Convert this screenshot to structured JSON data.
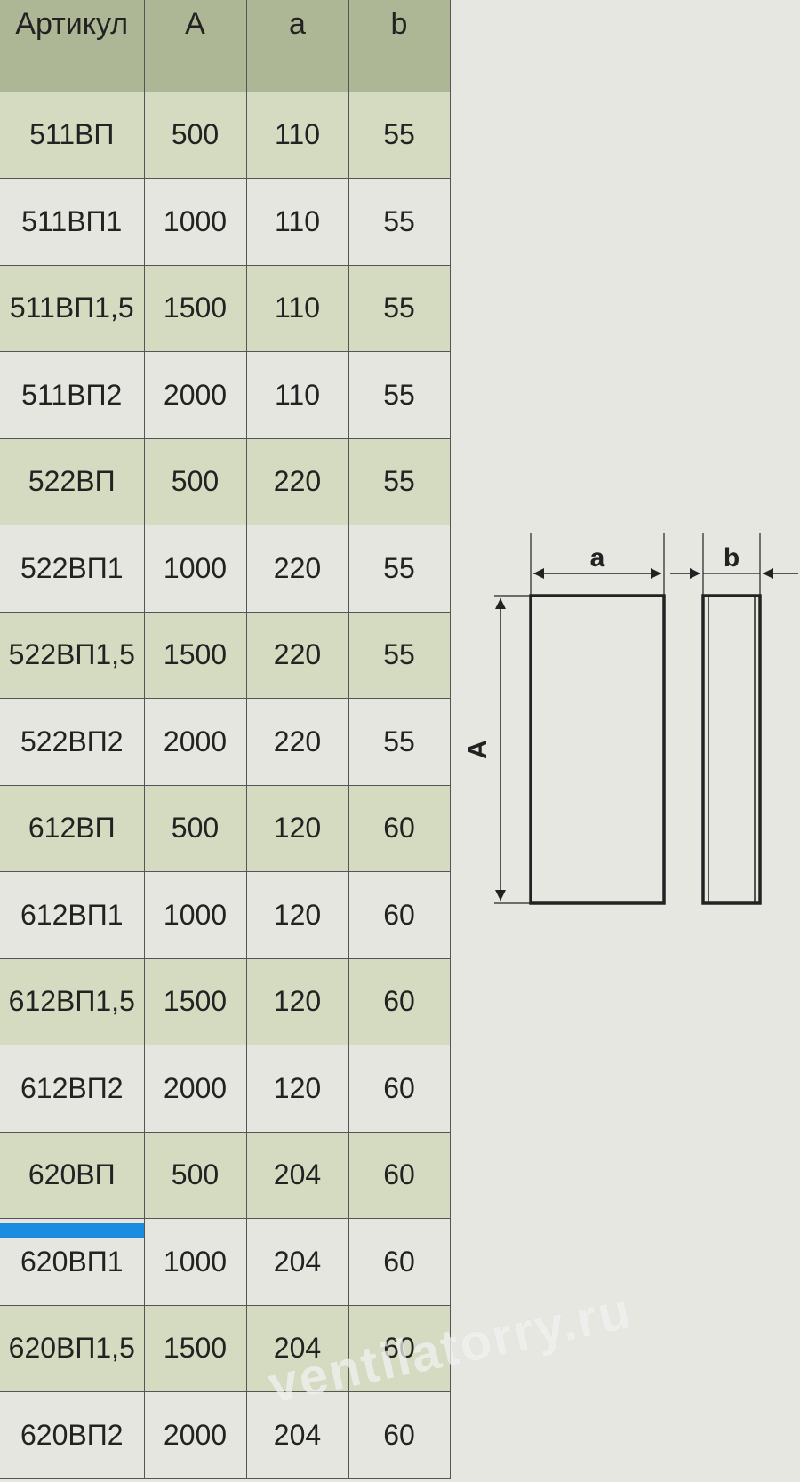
{
  "table": {
    "headers": [
      "Артикул",
      "A",
      "a",
      "b"
    ],
    "rows": [
      [
        "511ВП",
        "500",
        "110",
        "55"
      ],
      [
        "511ВП1",
        "1000",
        "110",
        "55"
      ],
      [
        "511ВП1,5",
        "1500",
        "110",
        "55"
      ],
      [
        "511ВП2",
        "2000",
        "110",
        "55"
      ],
      [
        "522ВП",
        "500",
        "220",
        "55"
      ],
      [
        "522ВП1",
        "1000",
        "220",
        "55"
      ],
      [
        "522ВП1,5",
        "1500",
        "220",
        "55"
      ],
      [
        "522ВП2",
        "2000",
        "220",
        "55"
      ],
      [
        "612ВП",
        "500",
        "120",
        "60"
      ],
      [
        "612ВП1",
        "1000",
        "120",
        "60"
      ],
      [
        "612ВП1,5",
        "1500",
        "120",
        "60"
      ],
      [
        "612ВП2",
        "2000",
        "120",
        "60"
      ],
      [
        "620ВП",
        "500",
        "204",
        "60"
      ],
      [
        "620ВП1",
        "1000",
        "204",
        "60"
      ],
      [
        "620ВП1,5",
        "1500",
        "204",
        "60"
      ],
      [
        "620ВП2",
        "2000",
        "204",
        "60"
      ]
    ]
  },
  "diagram": {
    "label_a": "a",
    "label_b": "b",
    "label_A": "A"
  },
  "watermark": "ventilatorry.ru",
  "colors": {
    "header_bg": "#adb795",
    "row_odd_bg": "#d4dbc0",
    "row_even_bg": "#e6e6e0",
    "selection": "#1a8de0"
  }
}
